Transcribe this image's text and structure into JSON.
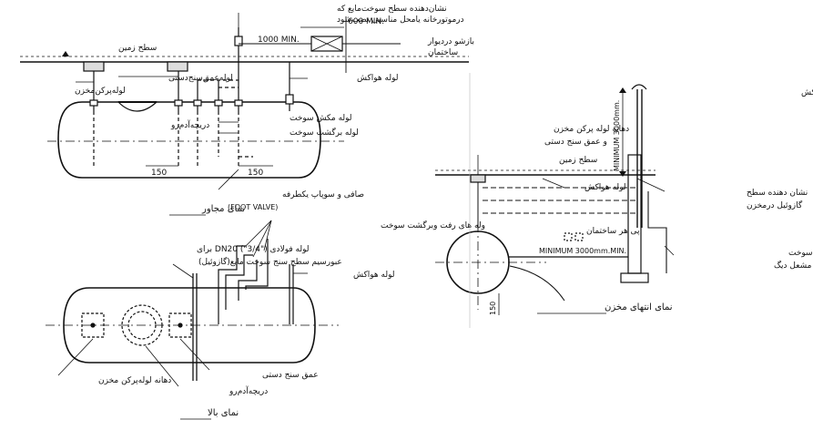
{
  "colors": {
    "ink": "#111111",
    "paper": "#ffffff"
  },
  "side_view": {
    "title": "نمای مجاور",
    "labels": {
      "indicator": "نشان‌دهنده سطح سوخت‌مایع که",
      "indicator2": "درموتورخانه یامحل مناسبی نصب‌شود",
      "min600": "600 MIN.",
      "min1000": "1000 MIN.",
      "wall_valve": "بازشو دردیوار",
      "building": "ساختمان",
      "ground": "سطح زمین",
      "dipstick_pipe": "لوله‌عمق‌سنج‌دستی",
      "fill_pipe": "لوله‌پرکن‌مخزن",
      "vent": "لوله هواکش",
      "manhole": "دریچه‌آدم‌رو",
      "suction": "لوله مکش سوخت",
      "return": "لوله برگشت سوخت",
      "d150a": "150",
      "d150b": "150",
      "foot_valve": "صافی و سوپاپ یکطرفه",
      "foot_valve_en": "(FOOT VALVE)"
    }
  },
  "top_view": {
    "title": "نمای بالا",
    "labels": {
      "supply_return": "وله های رفت وبرگشت سوخت",
      "steel_pipe": "لوله فولادی DN20 (\"3/4\") برای",
      "steel_pipe2": "عبورسیم سطح سنج سوخت مایع(گازوئیل)",
      "vent": "لوله هواکش",
      "fill_mouth": "دهانه لوله‌پرکن مخزن",
      "dipstick": "عمق سنج دستی",
      "manhole": "دریچه‌آدم‌رو"
    }
  },
  "end_view": {
    "title": "نمای انتهای مخزن",
    "labels": {
      "rain_cap": "کلاهک باران‌گیرانتهای لوله‌هواکش",
      "fill_mouth": "دهانه لوله پرکن مخزن",
      "and_dipstick": "و عمق سنج دستی",
      "ground": "سطح زمین",
      "vent": "لوله هواکش",
      "min3000_v": "MINIMUM 3000mm.",
      "level_ind": "نشان دهنده سطح",
      "level_ind2": "گازوئیل درمخزن",
      "foundation": "پی هر ساختمان",
      "min3000_h": "MINIMUM 3000mm.MIN.",
      "supply_return": "لوله‌های رفت وبرگشت‌سوخت",
      "to_boiler": "به طرف مشعل دیگ",
      "d150": "150"
    }
  }
}
